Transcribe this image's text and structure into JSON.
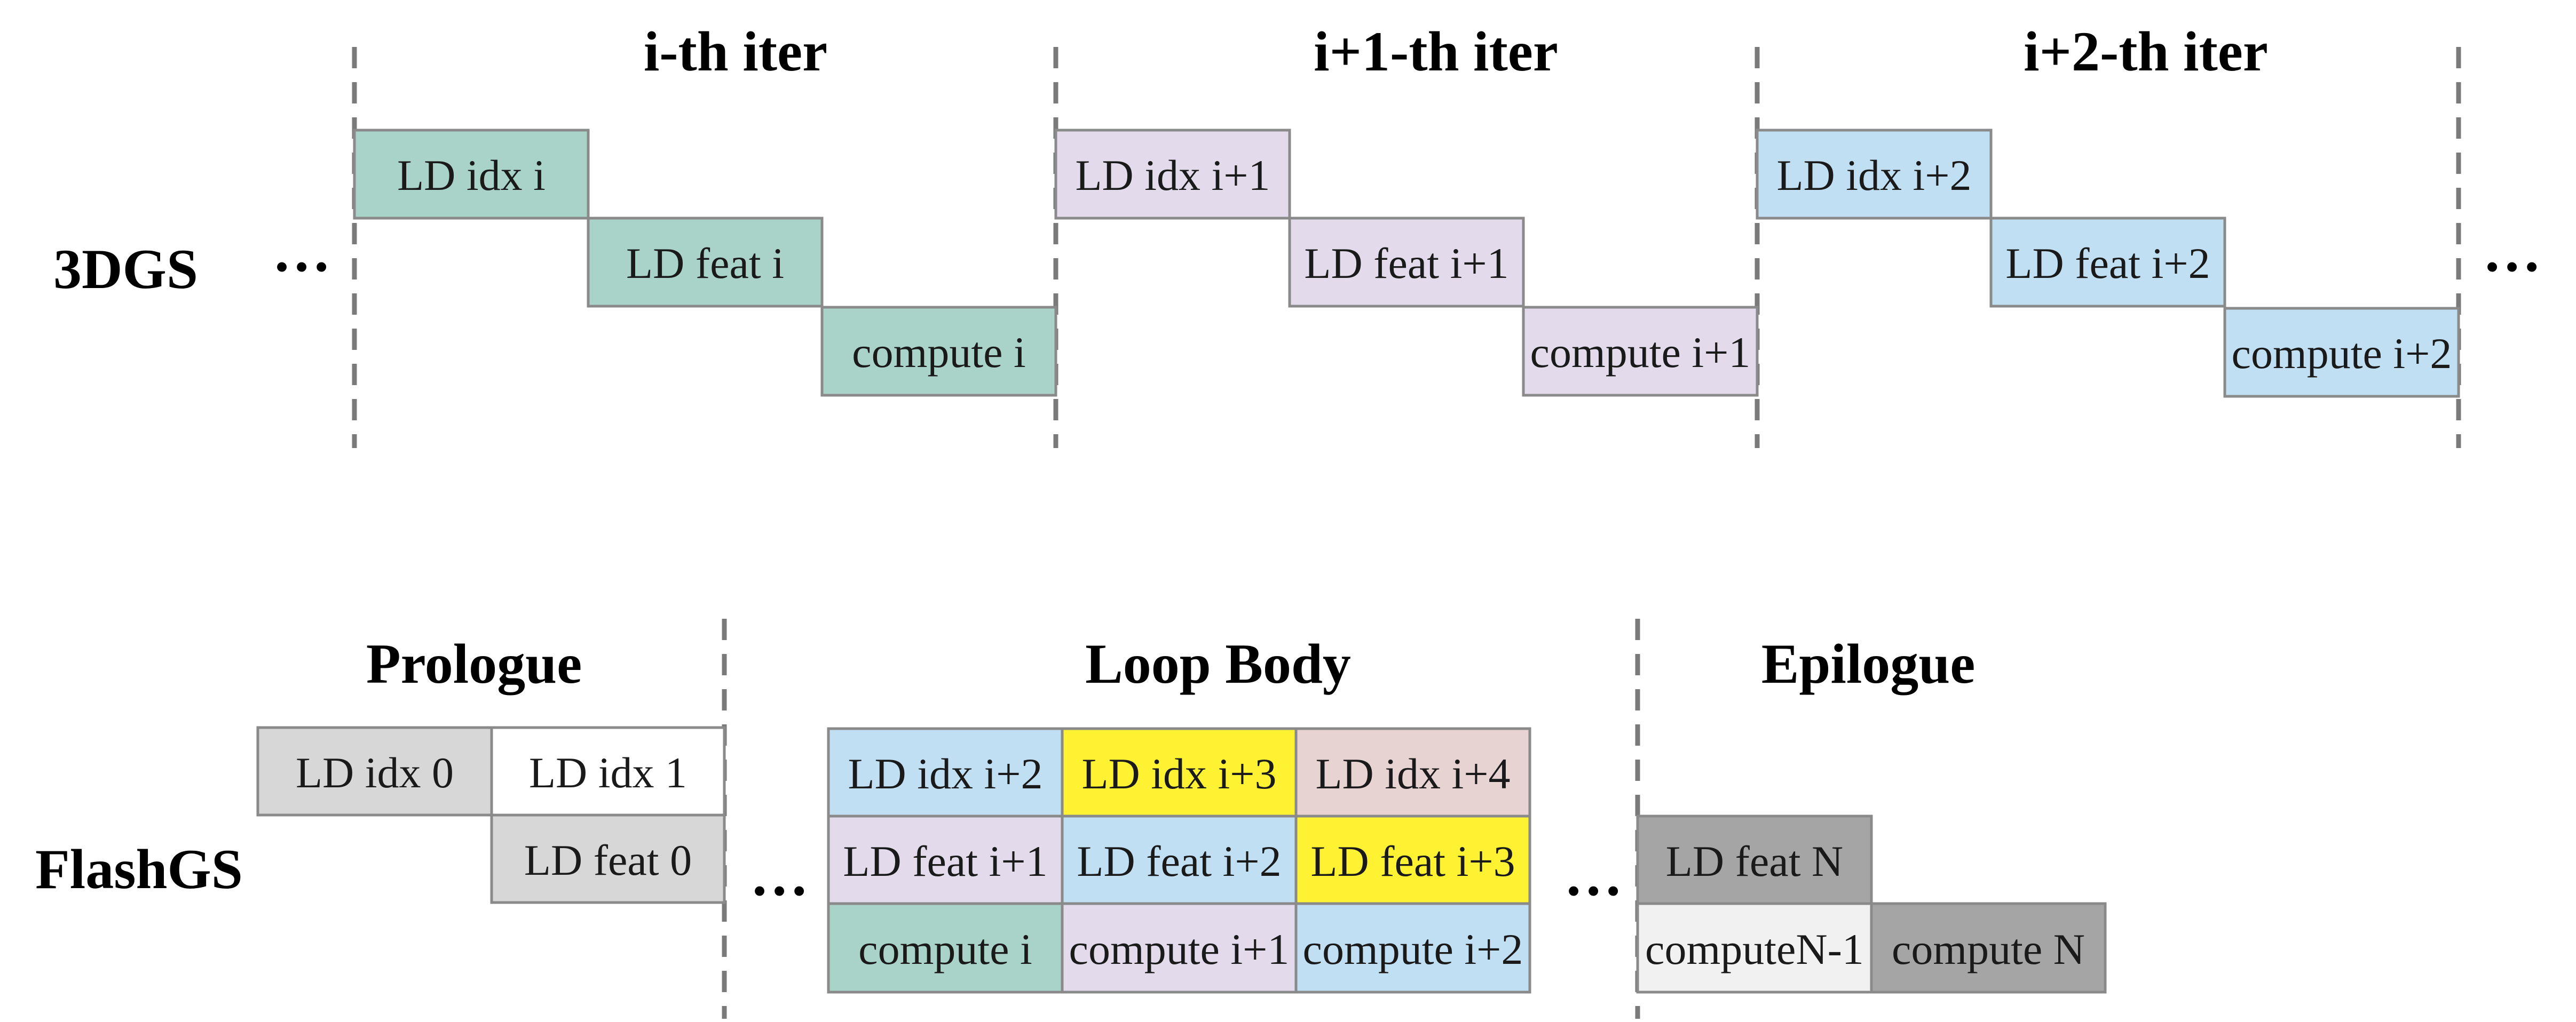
{
  "colors": {
    "teal": "#a9d3c9",
    "lavender": "#e3dbec",
    "light_blue": "#c1dff3",
    "yellow": "#fef233",
    "pink": "#e8d3d3",
    "light_gray": "#d7d7d7",
    "white": "#ffffff",
    "off_white": "#f1f1f1",
    "dark_gray": "#a5a5a5"
  },
  "top": {
    "row_label": "3DGS",
    "ellipsis_left": "…",
    "ellipsis_right": "…",
    "iterations": [
      {
        "header": "i-th iter",
        "color": "teal",
        "steps": [
          "LD idx i",
          "LD feat i",
          "compute i"
        ]
      },
      {
        "header": "i+1-th iter",
        "color": "lavender",
        "steps": [
          "LD idx i+1",
          "LD feat i+1",
          "compute i+1"
        ]
      },
      {
        "header": "i+2-th iter",
        "color": "light_blue",
        "steps": [
          "LD idx i+2",
          "LD feat i+2",
          "compute i+2"
        ]
      }
    ]
  },
  "bottom": {
    "row_label": "FlashGS",
    "ellipsis_1": "…",
    "ellipsis_2": "…",
    "prologue": {
      "header": "Prologue",
      "blocks": [
        {
          "label": "LD idx 0",
          "color": "light_gray"
        },
        {
          "label": "LD idx 1",
          "color": "white"
        },
        {
          "label": "LD feat 0",
          "color": "light_gray"
        }
      ]
    },
    "loop_body": {
      "header": "Loop Body",
      "rows": [
        [
          {
            "label": "LD idx i+2",
            "color": "light_blue"
          },
          {
            "label": "LD idx i+3",
            "color": "yellow"
          },
          {
            "label": "LD idx i+4",
            "color": "pink"
          }
        ],
        [
          {
            "label": "LD feat i+1",
            "color": "lavender"
          },
          {
            "label": "LD feat i+2",
            "color": "light_blue"
          },
          {
            "label": "LD feat i+3",
            "color": "yellow"
          }
        ],
        [
          {
            "label": "compute i",
            "color": "teal"
          },
          {
            "label": "compute i+1",
            "color": "lavender"
          },
          {
            "label": "compute i+2",
            "color": "light_blue"
          }
        ]
      ]
    },
    "epilogue": {
      "header": "Epilogue",
      "blocks": [
        {
          "label": "LD feat N",
          "color": "dark_gray"
        },
        {
          "label": "computeN-1",
          "color": "off_white"
        },
        {
          "label": "compute N",
          "color": "dark_gray"
        }
      ]
    }
  }
}
